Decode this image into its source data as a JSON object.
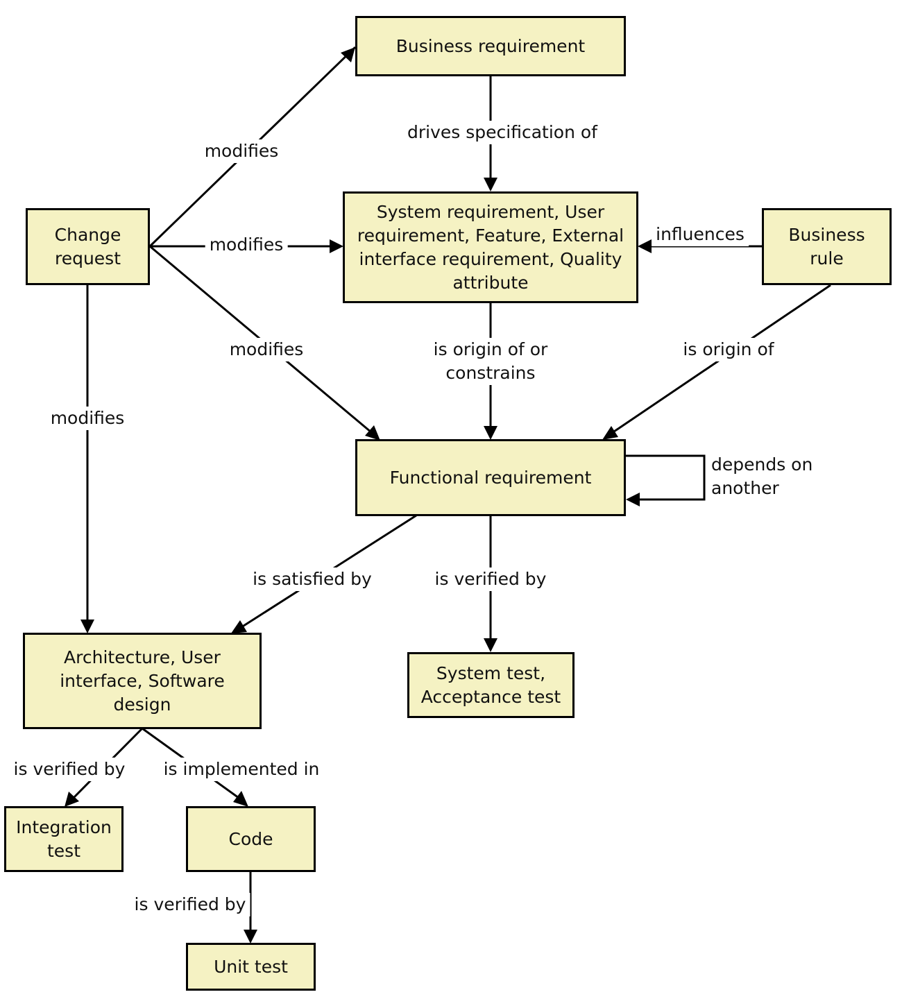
{
  "colors": {
    "box_fill": "#f5f2c3",
    "line": "#000000"
  },
  "nodes": {
    "business_requirement": "Business requirement",
    "system_requirement": "System requirement, User requirement, Feature, External interface requirement, Quality attribute",
    "change_request": "Change request",
    "business_rule": "Business rule",
    "functional_requirement": "Functional requirement",
    "architecture": "Architecture, User interface, Software design",
    "system_test": "System test, Acceptance test",
    "integration_test": "Integration test",
    "code": "Code",
    "unit_test": "Unit test"
  },
  "edges": {
    "cr_to_br": "modifies",
    "cr_to_sr": "modifies",
    "cr_to_fr": "modifies",
    "cr_to_arch": "modifies",
    "br_to_sr": "drives specification of",
    "rule_to_sr": "influences",
    "sr_to_fr": "is origin of or constrains",
    "rule_to_fr": "is origin of",
    "fr_self": "depends on another",
    "fr_to_arch": "is satisfied by",
    "fr_to_test": "is verified by",
    "arch_to_integration": "is verified by",
    "arch_to_code": "is implemented in",
    "code_to_unit": "is verified by"
  }
}
